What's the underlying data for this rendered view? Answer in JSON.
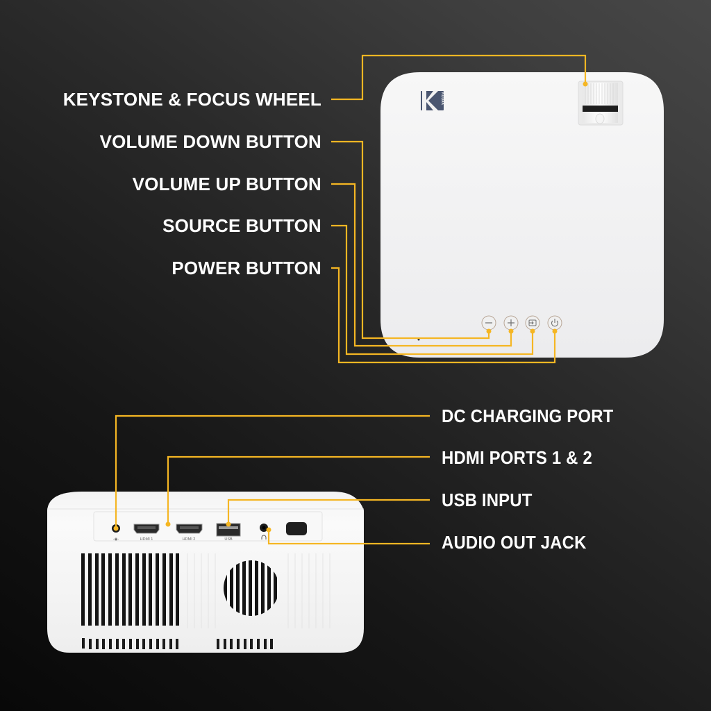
{
  "callouts_top": [
    {
      "label": "KEYSTONE & FOCUS WHEEL",
      "target": "keystone-focus-wheel"
    },
    {
      "label": "VOLUME DOWN BUTTON",
      "target": "volume-down-button"
    },
    {
      "label": "VOLUME UP BUTTON",
      "target": "volume-up-button"
    },
    {
      "label": "SOURCE BUTTON",
      "target": "source-button"
    },
    {
      "label": "POWER BUTTON",
      "target": "power-button"
    }
  ],
  "callouts_bottom": [
    {
      "label": "DC CHARGING PORT",
      "target": "dc-charging-port"
    },
    {
      "label": "HDMI PORTS 1 & 2",
      "target": "hdmi-ports"
    },
    {
      "label": "USB INPUT",
      "target": "usb-port"
    },
    {
      "label": "AUDIO OUT JACK",
      "target": "audio-out-jack"
    }
  ],
  "device_top": {
    "brand_logo": "K",
    "brand_text": "KODAK",
    "buttons": [
      {
        "name": "volume-down",
        "glyph": "−"
      },
      {
        "name": "volume-up",
        "glyph": "+"
      },
      {
        "name": "source",
        "glyph": "⇥"
      },
      {
        "name": "power",
        "glyph": "⏻"
      }
    ]
  },
  "device_back": {
    "port_labels": {
      "dc": "-◉-",
      "hdmi1": "HDMI 1",
      "hdmi2": "HDMI 2",
      "usb": "USB",
      "audio": "🎧"
    }
  },
  "colors": {
    "leader_line": "#f5b623",
    "label_text": "#ffffff",
    "device_body": "#f2f2f2",
    "logo_bg": "#4a5670"
  }
}
